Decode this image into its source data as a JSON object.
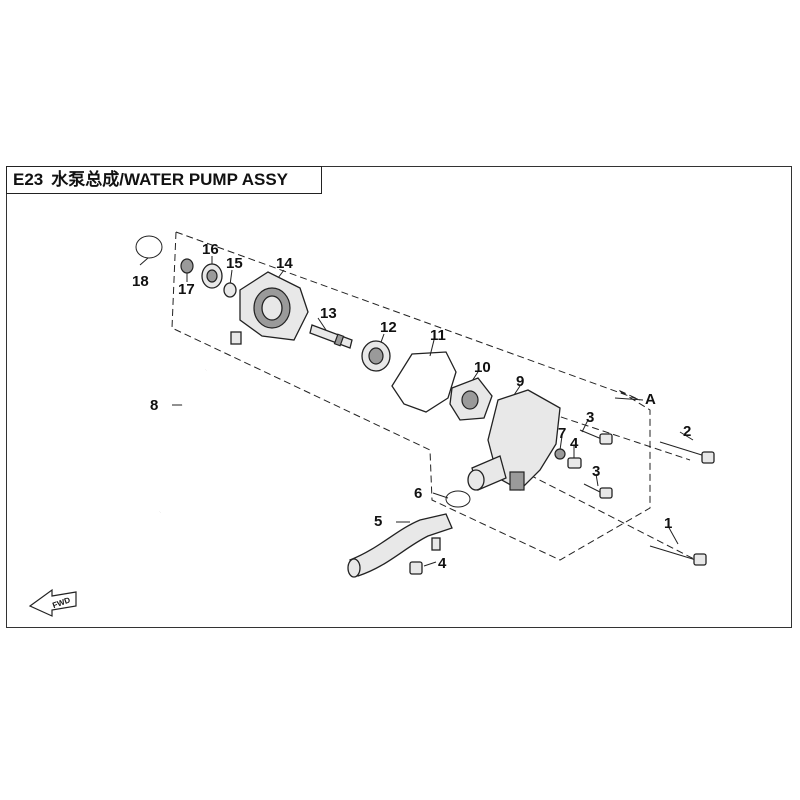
{
  "title": {
    "code": "E23",
    "name": "水泵总成/WATER PUMP ASSY"
  },
  "fwd_label": "FWD",
  "section_marker": "A",
  "callouts": [
    "1",
    "2",
    "3",
    "3",
    "4",
    "4",
    "5",
    "6",
    "7",
    "8",
    "9",
    "10",
    "11",
    "12",
    "13",
    "14",
    "15",
    "16",
    "17",
    "18"
  ]
}
